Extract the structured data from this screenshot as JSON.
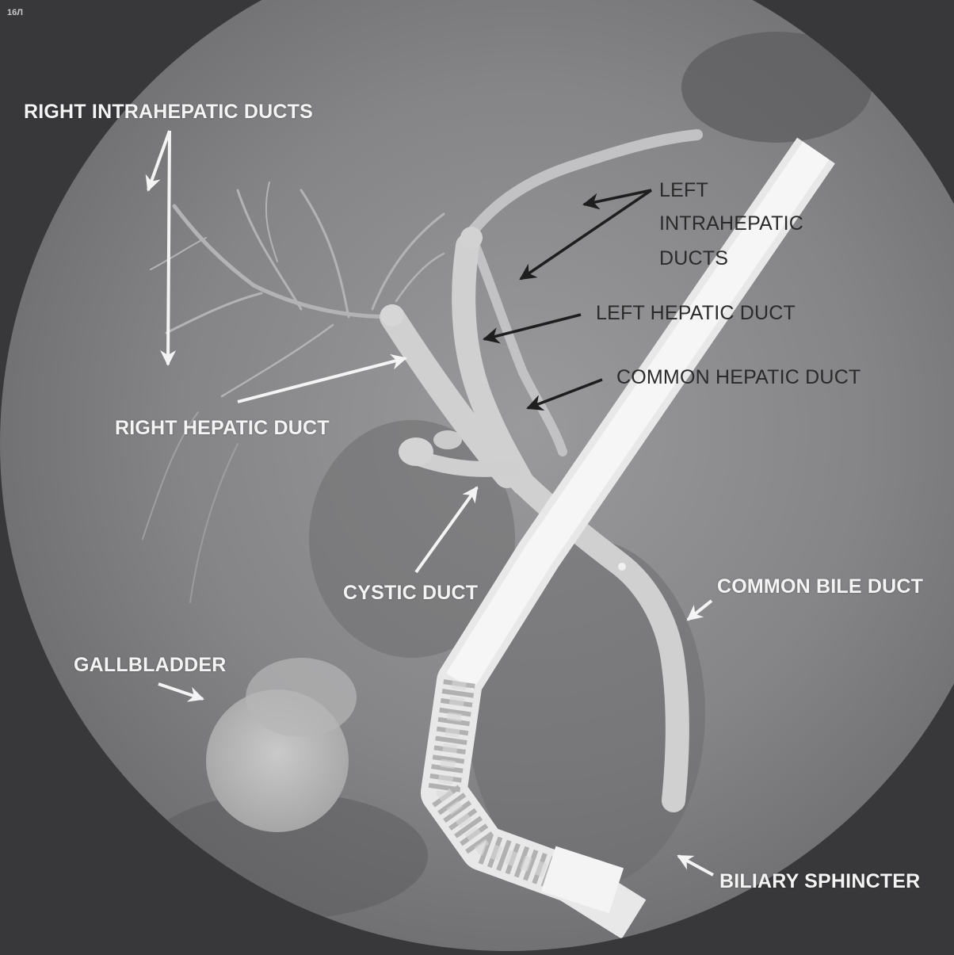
{
  "figure": {
    "corner_id": "16Л",
    "background_color": "#38383a",
    "field_color": "#808083",
    "labels": {
      "right_intrahepatic_ducts": "RIGHT INTRAHEPATIC DUCTS",
      "left_intrahepatic_ducts_line1": "LEFT",
      "left_intrahepatic_ducts_line2": "INTRAHEPATIC",
      "left_intrahepatic_ducts_line3": "DUCTS",
      "left_hepatic_duct": "LEFT HEPATIC DUCT",
      "common_hepatic_duct": "COMMON HEPATIC DUCT",
      "right_hepatic_duct": "RIGHT HEPATIC DUCT",
      "cystic_duct": "CYSTIC DUCT",
      "common_bile_duct": "COMMON BILE DUCT",
      "gallbladder": "GALLBLADDER",
      "biliary_sphincter": "BILIARY SPHINCTER"
    },
    "label_colors": {
      "white_labels": "#f4f4f4",
      "black_labels": "#2a2a2a"
    }
  }
}
